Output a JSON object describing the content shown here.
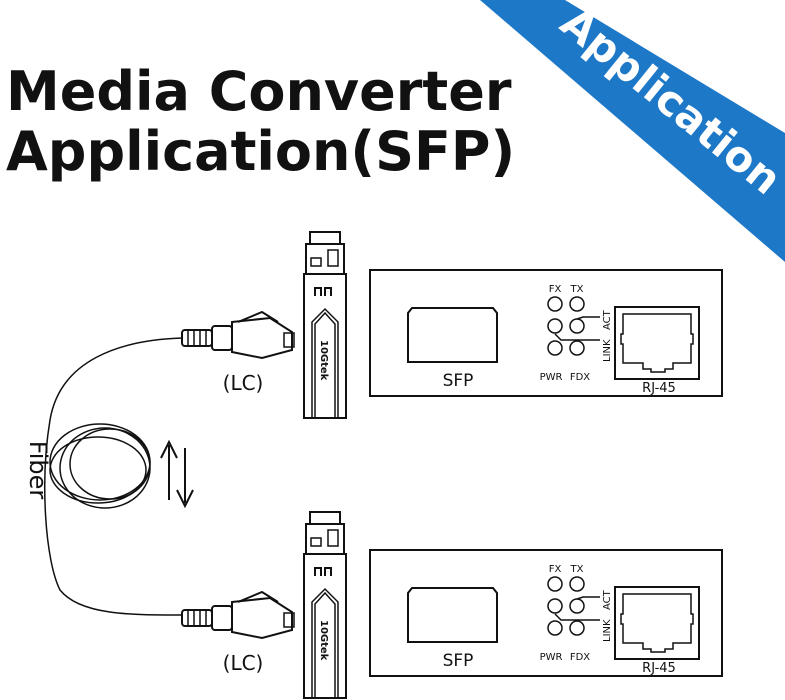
{
  "title": {
    "line1": "Media Converter",
    "line2": "Application(SFP)"
  },
  "banner": {
    "text": "Application",
    "color": "#1e78c8"
  },
  "fiber_label": "Fiber",
  "direction_icon": "bidirectional-arrows-icon",
  "links": [
    {
      "connector_label": "(LC)",
      "module_brand": "10Gtek",
      "converter": {
        "slot_label": "SFP",
        "port_label": "RJ-45",
        "led_labels": {
          "fx": "FX",
          "tx": "TX",
          "pwr": "PWR",
          "fdx": "FDX",
          "link": "LINK",
          "act": "ACT"
        }
      }
    },
    {
      "connector_label": "(LC)",
      "module_brand": "10Gtek",
      "converter": {
        "slot_label": "SFP",
        "port_label": "RJ-45",
        "led_labels": {
          "fx": "FX",
          "tx": "TX",
          "pwr": "PWR",
          "fdx": "FDX",
          "link": "LINK",
          "act": "ACT"
        }
      }
    }
  ]
}
